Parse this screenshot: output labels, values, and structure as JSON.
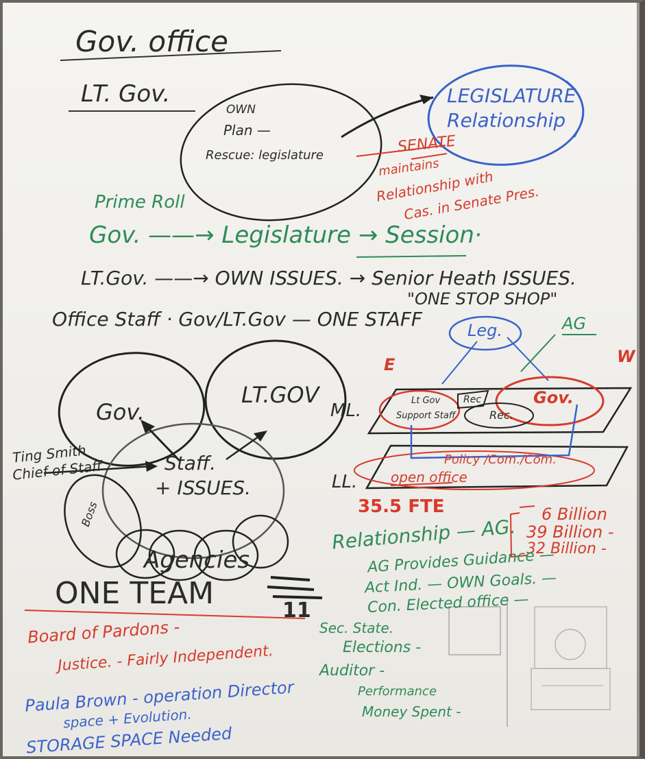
{
  "top": {
    "title": "Gov. office",
    "lt_gov": "LT. Gov.",
    "own": "OWN",
    "plan": "Plan —",
    "rescue": "Rescue: legislature",
    "legislature_1": "LEGISLATURE",
    "legislature_2": "Relationship",
    "senate": "SENATE",
    "maintains_1": "maintains",
    "maintains_2": "Relationship with",
    "maintains_3": "Cas. in Senate Pres."
  },
  "middle": {
    "prime_roll": "Prime Roll",
    "gov_flow": "Gov. ——→ Legislature → Session·",
    "ltgov_flow": "LT.Gov. ——→ OWN ISSUES. → Senior Heath ISSUES.",
    "one_stop": "\"ONE STOP SHOP\"",
    "office_staff": "Office Staff · Gov/LT.Gov — ONE STAFF"
  },
  "circles": {
    "gov": "Gov.",
    "ltgov": "LT.GOV",
    "ml": "ML.",
    "ll": "LL.",
    "ting_1": "Ting Smith",
    "ting_2": "Chief of Staff",
    "staff_1": "Staff.",
    "staff_2": "+ ISSUES.",
    "agencies": "Agencies",
    "side": "Boss"
  },
  "right_diagram": {
    "leg": "Leg.",
    "ag": "AG",
    "e": "E",
    "w": "W",
    "ltgov_support_1": "Lt Gov",
    "ltgov_support_2": "Support Staff",
    "rec1": "Rec",
    "rec2": "Rec.",
    "gov": "Gov.",
    "policy": "Policy /Com./Com.",
    "open_office": "open office",
    "fte": "35.5 FTE",
    "billion_1": "6 Billion",
    "billion_2": "39 Billion -",
    "billion_3": "32 Billion -"
  },
  "relationship": {
    "r1": "Relationship — AG.",
    "r2": "AG Provides Guidance —",
    "r3": "Act Ind. — OWN Goals. —",
    "r4": "Con. Elected office —"
  },
  "bottom": {
    "one_team": "ONE TEAM",
    "page_number": "11",
    "board": "Board of Pardons -",
    "justice": "Justice. - Fairly Independent.",
    "paula": "Paula Brown - operation Director",
    "space": "space + Evolution.",
    "storage": "STORAGE SPACE Needed",
    "sec_state": "Sec. State.",
    "elections": "Elections -",
    "auditor": "Auditor -",
    "performance": "Performance",
    "money": "Money Spent -"
  }
}
